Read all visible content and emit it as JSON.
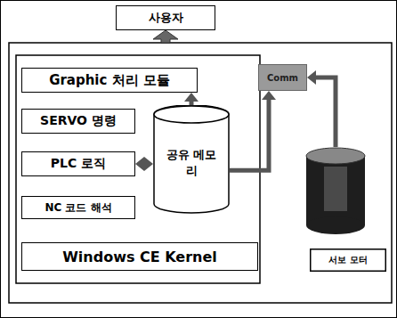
{
  "diagram": {
    "nodes": [
      {
        "text": [
          "사용자"
        ]
      },
      {
        "text": [
          "Graphic 처리 모듈"
        ]
      },
      {
        "text": [
          "Comm"
        ]
      },
      {
        "text": [
          "SERVO 명령"
        ]
      },
      {
        "text": [
          "공유 메모리"
        ]
      },
      {
        "text": [
          "PLC 로직"
        ]
      },
      {
        "text": [
          "NC 코드 해석"
        ]
      },
      {
        "text": [
          "Windows CE Kernel"
        ]
      },
      {
        "text": [
          "서보 모터"
        ]
      }
    ],
    "edges": [
      {
        "from": 4,
        "to": 1,
        "arrow": "to"
      },
      {
        "from": 5,
        "to": 4,
        "arrow": "both"
      },
      {
        "from": 4,
        "to": 2,
        "arrow": "to"
      },
      {
        "from": 8,
        "to": 2,
        "arrow": "to"
      }
    ]
  }
}
